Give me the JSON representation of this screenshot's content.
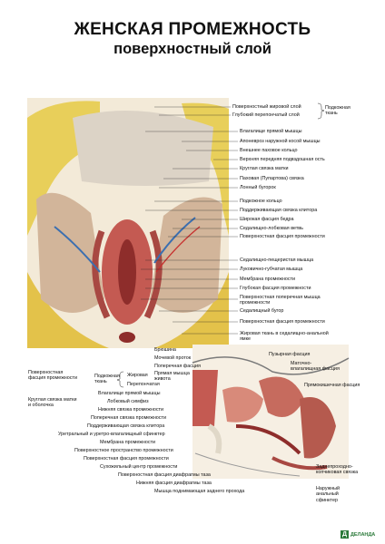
{
  "title": "ЖЕНСКАЯ ПРОМЕЖНОСТЬ",
  "subtitle": "поверхностный слой",
  "main_labels": {
    "l1": "Поверхностный жировой слой",
    "l2": "Глубокий перепончатый слой",
    "group_tissue": "Подкожная ткань",
    "l3": "Влагалище прямой мышцы",
    "l4": "Апоневроз наружной косой мышцы",
    "l5": "Внешнее паховое кольцо",
    "l6": "Верхняя передняя подвздошная ость",
    "l7": "Круглая связка матки",
    "l8": "Паховая (Пупартова) связка",
    "l9": "Лонный бугорок",
    "l10": "Подкожное кольцо",
    "l11": "Поддерживающая связка клитора",
    "l12": "Широкая фасция бедра",
    "l13": "Седалищно-лобковая ветвь",
    "l14": "Поверхностная фасция промежности",
    "l15": "Седалищно-пещеристая мышца",
    "l16": "Луковично-губчатая мышца",
    "l17": "Мембрана промежности",
    "l18": "Глубокая фасция промежности",
    "l19": "Поверхностная поперечная мышца промежности",
    "l20": "Седалищный бугор",
    "l21": "Поверхностная фасция промежности",
    "l22": "Жировая ткань в седалищно-анальной ямке"
  },
  "left_labels": {
    "a1": "Поверхностная фасция промежности",
    "a2": "Круглая связка матки и оболочка"
  },
  "section_labels": {
    "group_tissue2": "Подкожная ткань",
    "s1": "Брюшина",
    "s2": "Мочевой проток",
    "s3": "Поперечная фасция",
    "s4": "Прямая мышца живота",
    "s5": "Жировая",
    "s6": "Перепончатая",
    "s7": "Влагалище прямой мышцы",
    "s8": "Лобковый симфиз",
    "s9": "Нижняя связка промежности",
    "s10": "Поперечная связка промежности",
    "s11": "Поддерживающая связка клитора",
    "s12": "Уретральный и уретро-влагалищный сфинктер",
    "s13": "Мембрана промежности",
    "s14": "Поверхностное пространство промежности",
    "s15": "Поверхностная фасция промежности",
    "s16": "Сухожильный центр промежности",
    "s17": "Поверхностная фасция диафрагмы таза",
    "s18": "Нижняя фасция диафрагмы таза",
    "s19": "Мышца поднимающая заднего прохода",
    "p1": "Пузырная фасция",
    "p2": "Маточно-влагалищная фасция",
    "p3": "Прямокишечная фасция",
    "p4": "Заднепроходно-копчиковая связка",
    "p5": "Наружный анальный сфинктер"
  },
  "logo": {
    "mark": "Д",
    "text": "ДЕЛАНДА"
  },
  "colors": {
    "fat": "#e8cf5a",
    "muscle": "#c45a52",
    "fascia": "#d9cdb8",
    "vein": "#3b6fb0",
    "artery": "#c7302e"
  }
}
